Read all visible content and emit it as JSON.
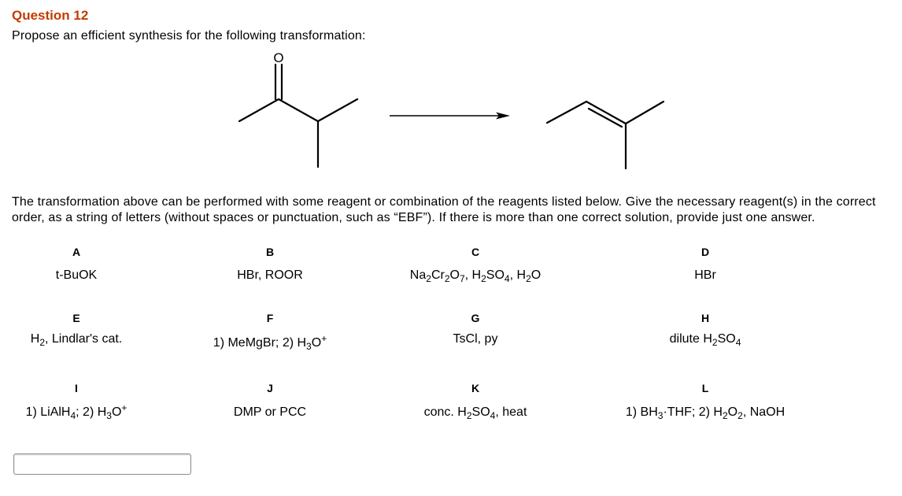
{
  "question": {
    "title": "Question 12",
    "prompt": "Propose an efficient synthesis for the following transformation:"
  },
  "scheme": {
    "reactant_atom_label": "O",
    "arrow_color": "#000000"
  },
  "instructions": "The transformation above can be performed with some reagent or combination of the reagents listed below. Give the necessary reagent(s) in the correct order, as a string of letters (without spaces or punctuation, such as “EBF”). If there is more than one correct solution, provide just one answer.",
  "options": [
    {
      "letter": "A",
      "reagent": "t-BuOK"
    },
    {
      "letter": "B",
      "reagent": "HBr, ROOR"
    },
    {
      "letter": "C",
      "reagent": "Na_2Cr_2O_7, H_2SO_4, H_2O"
    },
    {
      "letter": "D",
      "reagent": "HBr"
    },
    {
      "letter": "E",
      "reagent": "H_2, Lindlar's cat."
    },
    {
      "letter": "F",
      "reagent": "1) MeMgBr; 2) H_3O^+"
    },
    {
      "letter": "G",
      "reagent": "TsCl, py"
    },
    {
      "letter": "H",
      "reagent": "dilute H_2SO_4"
    },
    {
      "letter": "I",
      "reagent": "1) LiAlH_4; 2) H_3O^+"
    },
    {
      "letter": "J",
      "reagent": "DMP or PCC"
    },
    {
      "letter": "K",
      "reagent": "conc. H_2SO_4, heat"
    },
    {
      "letter": "L",
      "reagent": "1) BH_3·THF; 2) H_2O_2, NaOH"
    }
  ],
  "answer": {
    "value": "",
    "placeholder": ""
  },
  "colors": {
    "title": "#c23b00",
    "text": "#000000",
    "input_border": "#8e8e8e"
  }
}
